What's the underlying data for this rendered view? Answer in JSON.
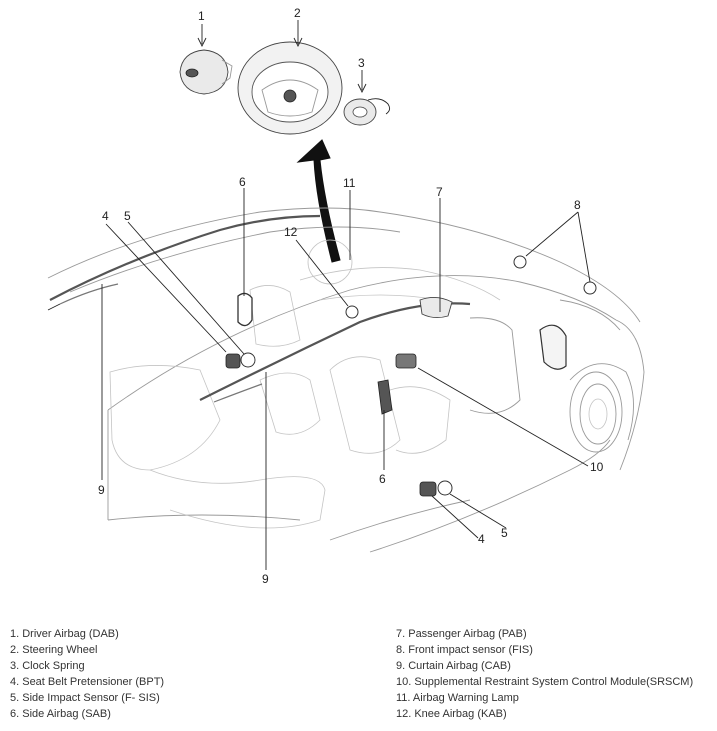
{
  "callouts": {
    "c1": "1",
    "c2": "2",
    "c3": "3",
    "c4a": "4",
    "c4b": "4",
    "c5a": "5",
    "c5b": "5",
    "c6a": "6",
    "c6b": "6",
    "c7": "7",
    "c8": "8",
    "c9a": "9",
    "c9b": "9",
    "c10": "10",
    "c11": "11",
    "c12": "12"
  },
  "legend": {
    "left": [
      "1. Driver Airbag (DAB)",
      "2. Steering Wheel",
      "3. Clock Spring",
      "4. Seat Belt Pretensioner (BPT)",
      "5. Side Impact Sensor (F- SIS)",
      "6. Side Airbag (SAB)"
    ],
    "right": [
      "7. Passenger Airbag (PAB)",
      "8. Front impact sensor (FIS)",
      "9. Curtain Airbag (CAB)",
      "10. Supplemental Restraint System Control Module(SRSCM)",
      "11. Airbag Warning Lamp",
      "12. Knee Airbag (KAB)"
    ]
  }
}
